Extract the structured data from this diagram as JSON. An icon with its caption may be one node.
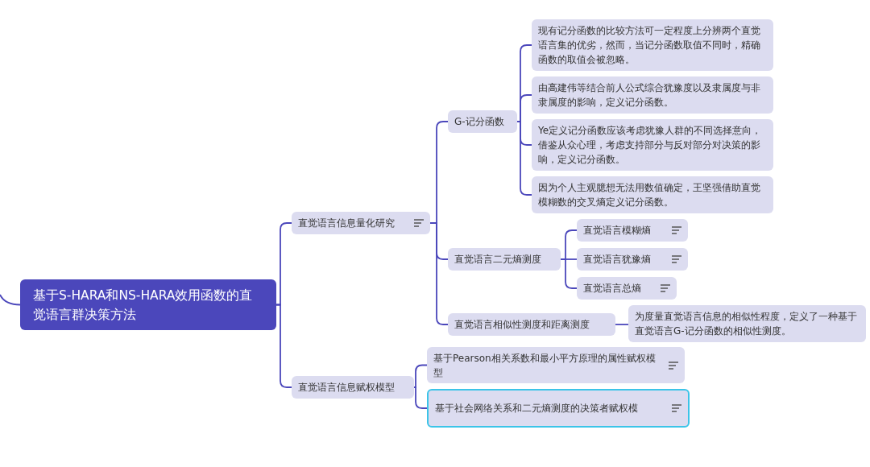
{
  "diagram": {
    "nodes": [
      {
        "text": [
          "基于S-HARA和NS-HARA效用函数的直觉语言群决策方法"
        ]
      },
      {
        "text": [
          "直觉语言信息量化研究"
        ]
      },
      {
        "text": [
          "G-记分函数"
        ]
      },
      {
        "text": [
          "现有记分函数的比较方法可一定程度上分辨两个直觉语言集的优劣，然而，当记分函数取值不同时，精确函数的取值会被忽略。"
        ]
      },
      {
        "text": [
          "由高建伟等结合前人公式综合犹豫度以及隶属度与非隶属度的影响，定义记分函数。"
        ]
      },
      {
        "text": [
          "Ye定义记分函数应该考虑犹豫人群的不同选择意向，借鉴从众心理，考虑支持部分与反对部分对决策的影响，定义记分函数。"
        ]
      },
      {
        "text": [
          "因为个人主观臆想无法用数值确定，王坚强借助直觉模糊数的交叉熵定义记分函数。"
        ]
      },
      {
        "text": [
          "直觉语言二元熵测度"
        ]
      },
      {
        "text": [
          "直觉语言模糊熵"
        ]
      },
      {
        "text": [
          "直觉语言犹豫熵"
        ]
      },
      {
        "text": [
          "直觉语言总熵"
        ]
      },
      {
        "text": [
          "直觉语言相似性测度和距离测度"
        ]
      },
      {
        "text": [
          "为度量直觉语言信息的相似性程度，定义了一种基于直觉语言G-记分函数的相似性测度。"
        ]
      },
      {
        "text": [
          "直觉语言信息赋权模型"
        ]
      },
      {
        "text": [
          "基于Pearson相关系数和最小平方原理的属性赋权模型"
        ]
      },
      {
        "text": [
          "基于社会网络关系和二元熵测度的决策者赋权模"
        ]
      }
    ],
    "edges": [
      {
        "from": null,
        "to": 0,
        "arrow": "none"
      },
      {
        "from": 0,
        "to": 1,
        "arrow": "none"
      },
      {
        "from": 0,
        "to": 13,
        "arrow": "none"
      },
      {
        "from": 1,
        "to": 2,
        "arrow": "none"
      },
      {
        "from": 1,
        "to": 7,
        "arrow": "none"
      },
      {
        "from": 1,
        "to": 11,
        "arrow": "none"
      },
      {
        "from": 2,
        "to": 3,
        "arrow": "none"
      },
      {
        "from": 2,
        "to": 4,
        "arrow": "none"
      },
      {
        "from": 2,
        "to": 5,
        "arrow": "none"
      },
      {
        "from": 2,
        "to": 6,
        "arrow": "none"
      },
      {
        "from": 7,
        "to": 8,
        "arrow": "none"
      },
      {
        "from": 7,
        "to": 9,
        "arrow": "none"
      },
      {
        "from": 7,
        "to": 10,
        "arrow": "none"
      },
      {
        "from": 11,
        "to": 12,
        "arrow": "none"
      },
      {
        "from": 13,
        "to": 14,
        "arrow": "none"
      },
      {
        "from": 13,
        "to": 15,
        "arrow": "none"
      }
    ]
  }
}
